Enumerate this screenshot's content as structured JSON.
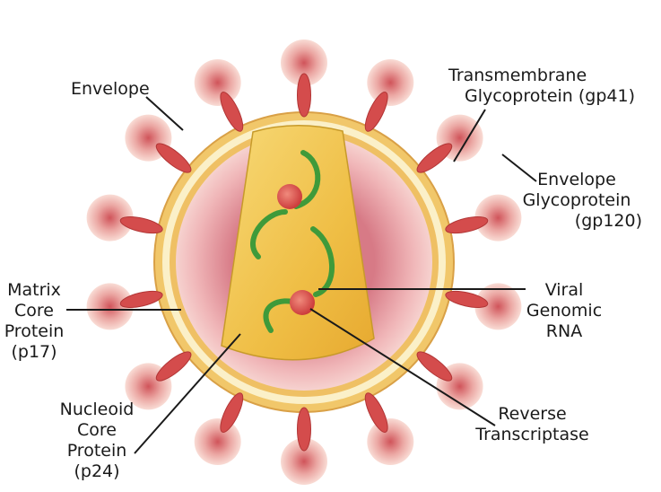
{
  "labels": {
    "envelope": [
      "Envelope"
    ],
    "transmembrane": [
      "Transmembrane",
      "Glycoprotein (gp41)"
    ],
    "envelope_glycoprotein": [
      "Envelope",
      "Glycoprotein",
      "(gp120)"
    ],
    "matrix": [
      "Matrix",
      "Core",
      "Protein",
      "(p17)"
    ],
    "viral_rna": [
      "Viral",
      "Genomic",
      "RNA"
    ],
    "nucleoid": [
      "Nucleoid",
      "Core",
      "Protein",
      "(p24)"
    ],
    "reverse": [
      "Reverse",
      "Transcriptase"
    ]
  },
  "colors": {
    "envelope_ring": "#f3c76b",
    "envelope_inner": "#fbf0c8",
    "matrix_pink": "#f4c8c4",
    "spike_head": "#e9a49a",
    "spike_stalk": "#d24a4a",
    "core_gold": "#f0c14a",
    "rna_green": "#3f9a3a",
    "enzyme_red": "#d94b4b"
  }
}
